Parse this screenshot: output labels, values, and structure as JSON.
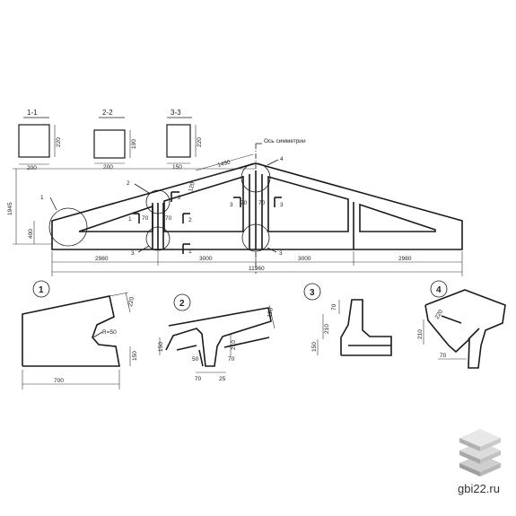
{
  "sections": [
    {
      "label": "1-1",
      "width": "200",
      "height": "220"
    },
    {
      "label": "2-2",
      "width": "200",
      "height": "190"
    },
    {
      "label": "3-3",
      "width": "150",
      "height": "220"
    }
  ],
  "truss": {
    "axis_note": "Ось симметрии",
    "height_total": "1945",
    "height_support": "400",
    "top_panel": "1490",
    "top_offset": "120",
    "spans": [
      "2980",
      "3000",
      "3000",
      "2980"
    ],
    "total_span": "11960",
    "callouts": [
      "1",
      "2",
      "3",
      "4",
      "3"
    ],
    "section_marks": [
      "2",
      "2",
      "3",
      "3",
      "1",
      "1"
    ],
    "small_dims": [
      "70",
      "70",
      "70",
      "70"
    ]
  },
  "details": [
    {
      "label": "1",
      "dims": [
        "220",
        "R=50",
        "150",
        "700"
      ]
    },
    {
      "label": "2",
      "dims": [
        "120",
        "150",
        "210",
        "50",
        "70",
        "70",
        "25"
      ]
    },
    {
      "label": "3",
      "dims": [
        "70",
        "210",
        "150"
      ]
    },
    {
      "label": "4",
      "dims": [
        "210",
        "220",
        "70"
      ]
    }
  ],
  "watermark": {
    "site": "gbi22.ru"
  }
}
